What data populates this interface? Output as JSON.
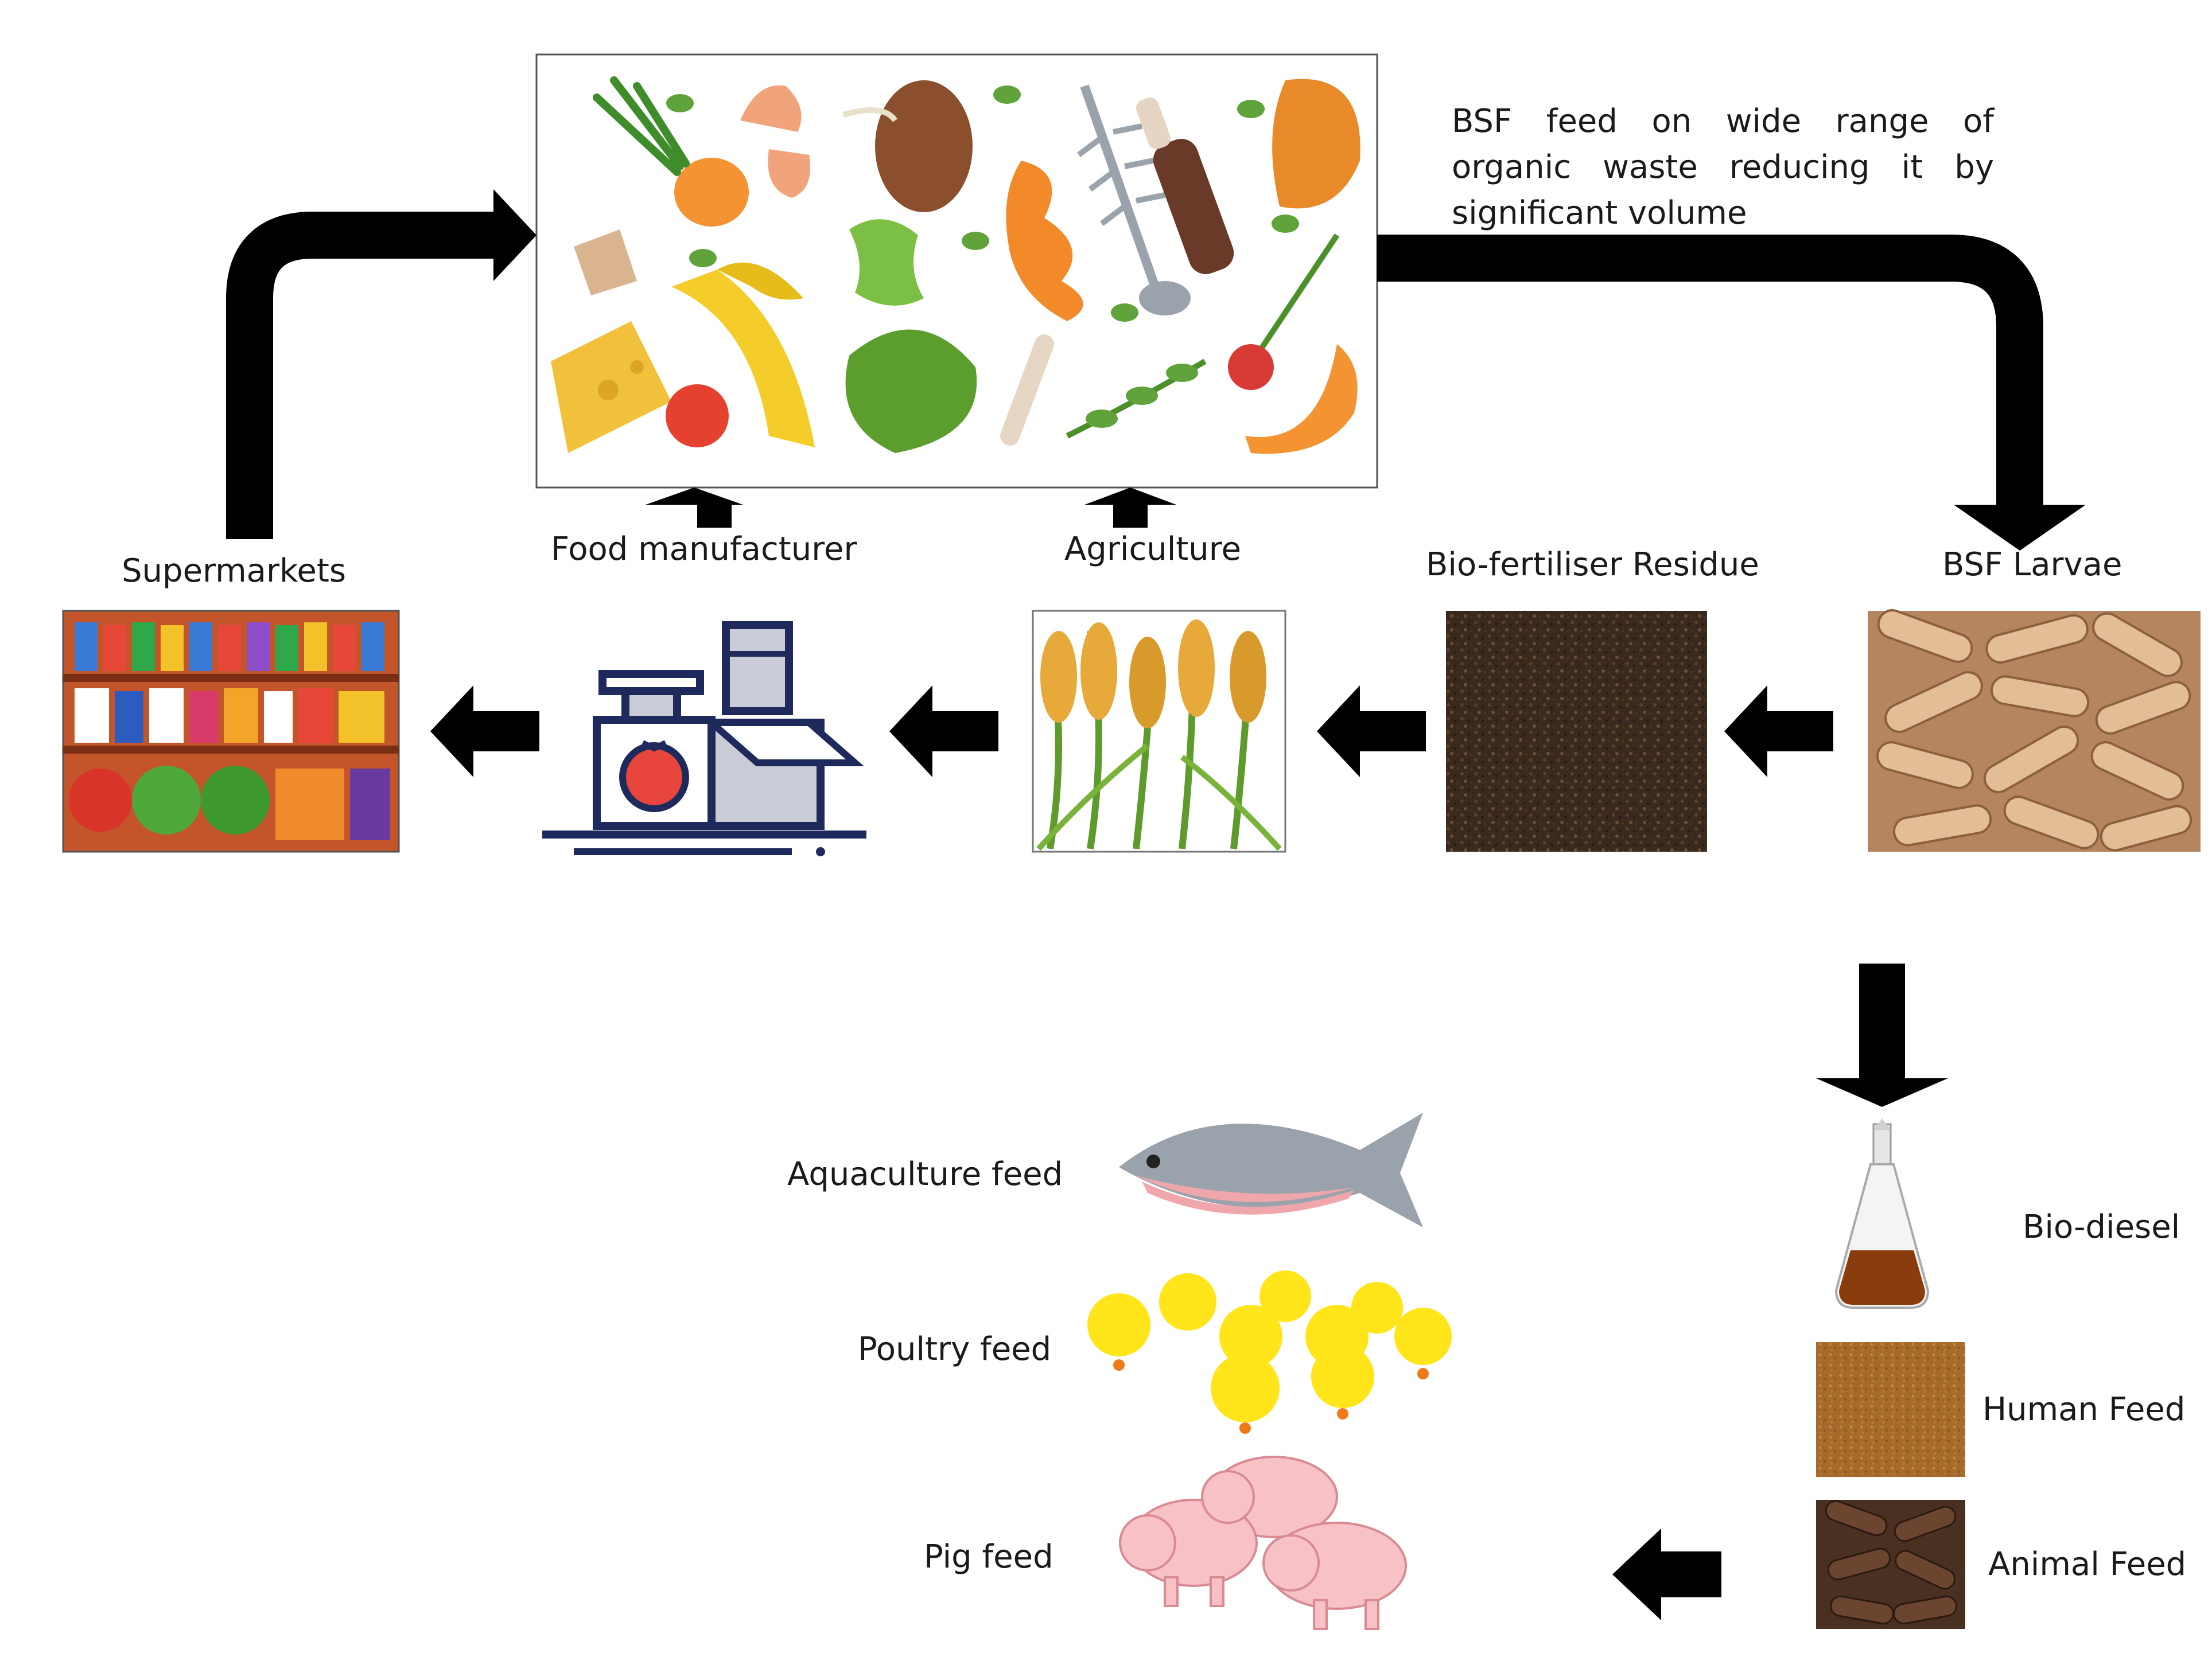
{
  "labels": {
    "supermarkets": "Supermarkets",
    "food_manufacturer": "Food manufacturer",
    "agriculture": "Agriculture",
    "bio_fertiliser": "Bio-fertiliser Residue",
    "bsf_larvae": "BSF Larvae",
    "aquaculture": "Aquaculture feed",
    "poultry": "Poultry feed",
    "pig": "Pig feed",
    "bio_diesel": "Bio-diesel",
    "human_feed": "Human Feed",
    "animal_feed": "Animal Feed"
  },
  "caption": "BSF feed on wide range of organic waste reducing it by significant volume",
  "colors": {
    "arrow": "#000000",
    "soil": "#3a2a1e",
    "larvae": "#caa07a",
    "rice": "#e6a93a",
    "stem": "#5e9a2c",
    "fish": "#f0a7ab",
    "chick": "#ffe51a",
    "pig": "#f7c1c5",
    "oil": "#8a3d0c",
    "meal": "#a66a2a",
    "dried_larvae": "#4a3020",
    "factory": "#1e2a5c",
    "tomato": "#e8453c"
  }
}
